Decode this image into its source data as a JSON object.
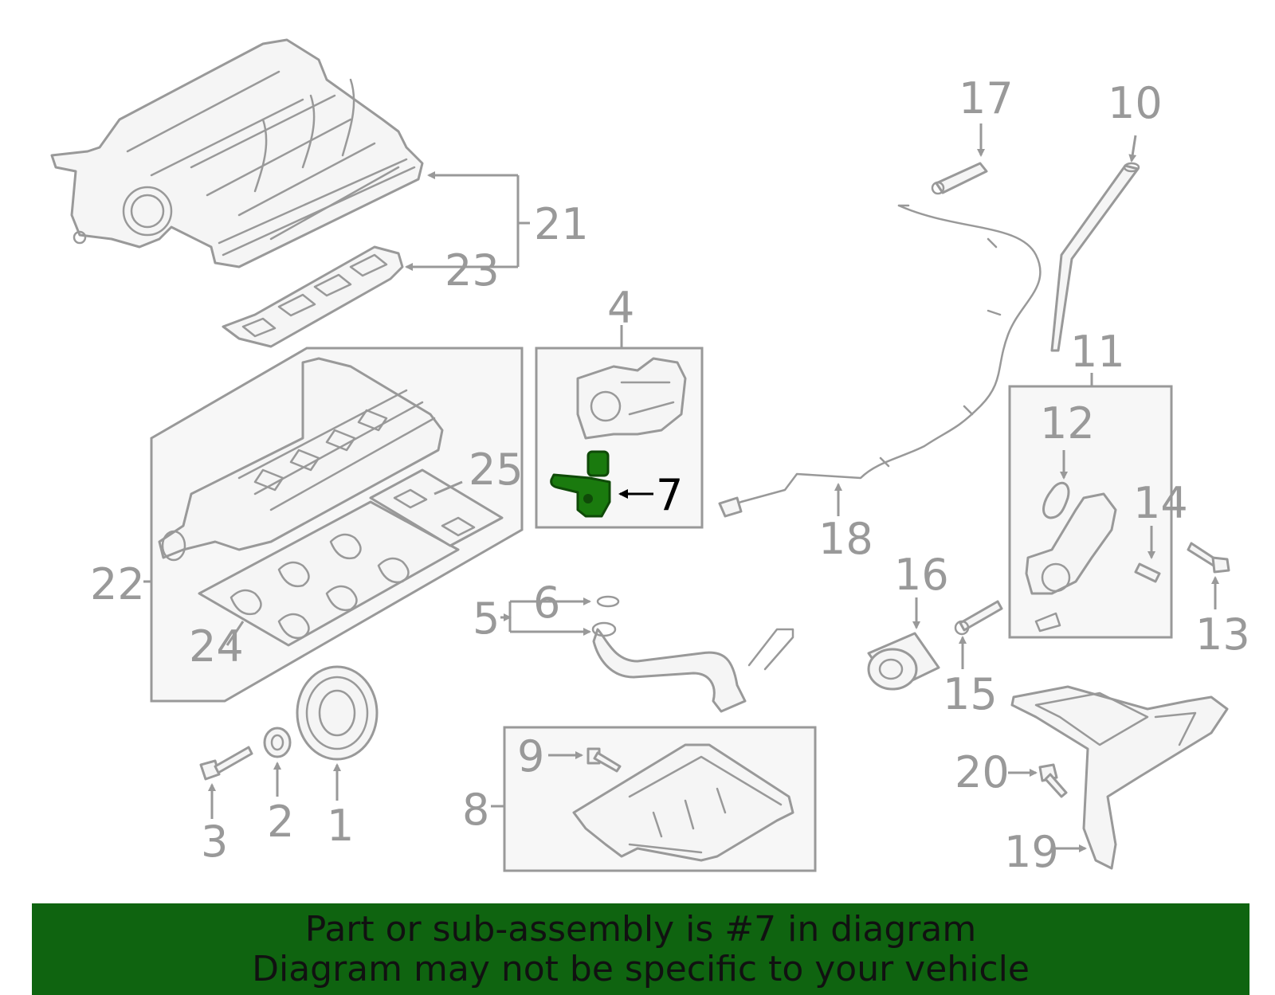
{
  "highlight_color": "#1a7a0e",
  "banner_color": "#0f6410",
  "callouts": {
    "c1": "1",
    "c2": "2",
    "c3": "3",
    "c4": "4",
    "c5": "5",
    "c6": "6",
    "c7": "7",
    "c8": "8",
    "c9": "9",
    "c10": "10",
    "c11": "11",
    "c12": "12",
    "c13": "13",
    "c14": "14",
    "c15": "15",
    "c16": "16",
    "c17": "17",
    "c18": "18",
    "c19": "19",
    "c20": "20",
    "c21": "21",
    "c22": "22",
    "c23": "23",
    "c24": "24",
    "c25": "25"
  },
  "banner": {
    "line1": "Part or sub-assembly is #7 in diagram",
    "line2": "Diagram may not be specific to your vehicle"
  }
}
